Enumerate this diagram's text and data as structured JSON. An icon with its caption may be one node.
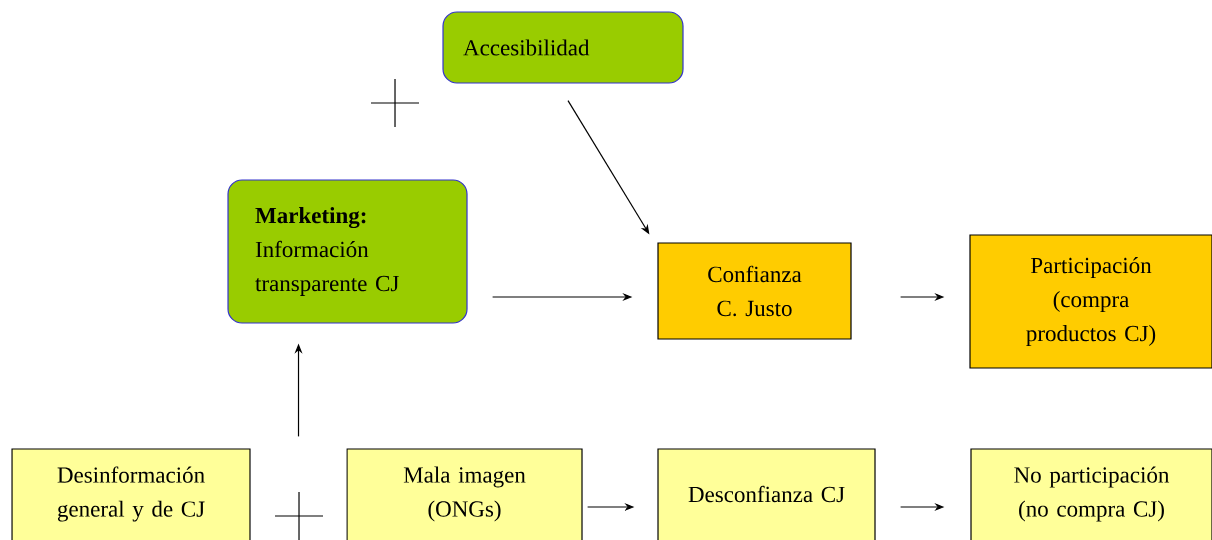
{
  "diagram": {
    "nodes": [
      {
        "text": [
          "Accesibilidad"
        ]
      },
      {
        "text": [
          "Marketing:",
          "Información transparente CJ"
        ]
      },
      {
        "text": [
          "Confianza C. Justo"
        ]
      },
      {
        "text": [
          "Participación (compra productos CJ)"
        ]
      },
      {
        "text": [
          "Desinformación general y de CJ"
        ]
      },
      {
        "text": [
          "Mala imagen (ONGs)"
        ]
      },
      {
        "text": [
          "Desconfianza CJ"
        ]
      },
      {
        "text": [
          "No participación (no compra CJ)"
        ]
      }
    ],
    "edges": [
      {
        "from": 0,
        "to": 2,
        "arrow": "to"
      },
      {
        "from": 1,
        "to": 2,
        "arrow": "to"
      },
      {
        "from": 2,
        "to": 3,
        "arrow": "to"
      },
      {
        "from": 4,
        "to": 1,
        "arrow": "to"
      },
      {
        "from": 5,
        "to": 1,
        "arrow": "to"
      },
      {
        "from": 5,
        "to": 6,
        "arrow": "to"
      },
      {
        "from": 6,
        "to": 7,
        "arrow": "to"
      }
    ]
  }
}
